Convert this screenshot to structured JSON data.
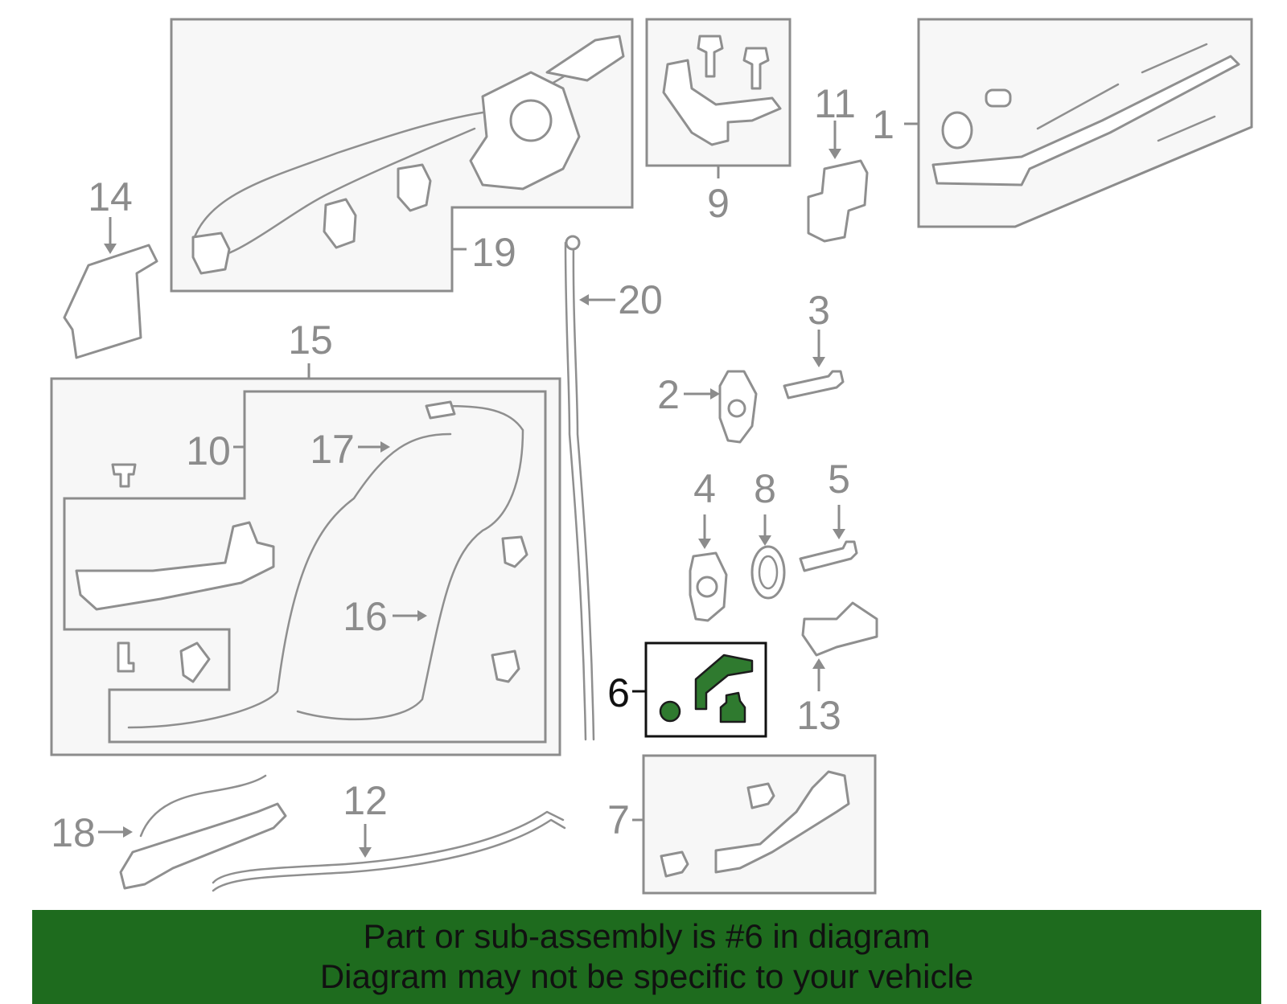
{
  "callouts": {
    "c1": "1",
    "c2": "2",
    "c3": "3",
    "c4": "4",
    "c5": "5",
    "c6": "6",
    "c7": "7",
    "c8": "8",
    "c9": "9",
    "c10": "10",
    "c11": "11",
    "c12": "12",
    "c13": "13",
    "c14": "14",
    "c15": "15",
    "c16": "16",
    "c17": "17",
    "c18": "18",
    "c19": "19",
    "c20": "20"
  },
  "highlight": {
    "part": "6",
    "color": "#2f7a2f"
  },
  "colors": {
    "banner": "#1e6b1e",
    "outline": "#8c8c8c"
  },
  "footer": {
    "line1": "Part or sub-assembly is #6 in diagram",
    "line2": "Diagram may not be specific to your vehicle"
  }
}
